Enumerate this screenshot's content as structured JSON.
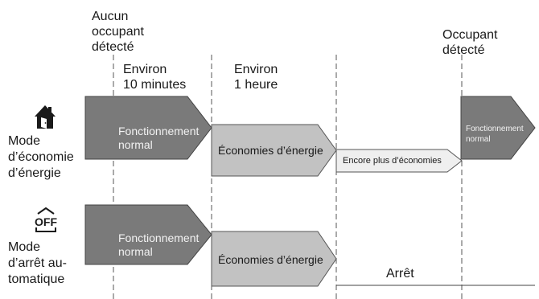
{
  "time_labels": {
    "no_occupant": "Aucun\noccupant\ndétecté",
    "approx_10min": "Environ\n10 minutes",
    "approx_1h": "Environ\n1 heure",
    "occupant_detected": "Occupant\ndétecté"
  },
  "rows": {
    "eco": {
      "icon": "house-icon",
      "label": "Mode\nd’économie\nd’énergie",
      "stages": {
        "normal_1": "Fonctionnement\nnormal",
        "savings": "Économies d’énergie",
        "more_savings": "Encore plus d’économies",
        "normal_2": "Fonctionnement\nnormal"
      }
    },
    "auto_off": {
      "icon": "off-icon",
      "icon_text": "OFF",
      "label": "Mode\nd’arrêt au-\ntomatique",
      "stages": {
        "normal": "Fonctionnement\nnormal",
        "savings": "Économies d’énergie",
        "stop": "Arrêt"
      }
    }
  },
  "colors": {
    "dark": "#7a7a7a",
    "mid": "#c2c2c2",
    "light": "#efefef",
    "stroke": "#555555"
  }
}
